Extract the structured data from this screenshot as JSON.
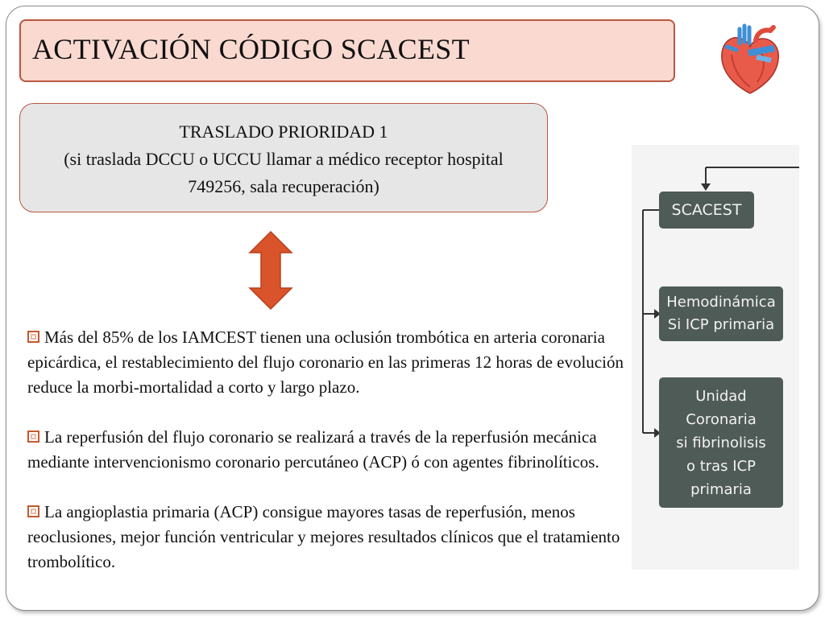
{
  "slide": {
    "title": "ACTIVACIÓN CÓDIGO SCACEST",
    "transfer": {
      "line1": "TRASLADO PRIORIDAD 1",
      "line2": "(si traslada DCCU o UCCU llamar a médico receptor hospital",
      "line3": "749256, sala recuperación)"
    },
    "paragraphs": [
      "Más del 85% de los IAMCEST tienen una oclusión trombótica en arteria coronaria epicárdica, el restablecimiento del flujo coronario en las primeras 12 horas de evolución reduce la morbi-mortalidad a corto y largo plazo.",
      "La reperfusión del flujo coronario se realizará a través de la reperfusión mecánica mediante intervencionismo coronario percutáneo (ACP) ó con agentes fibrinolíticos.",
      "La angioplastia primaria (ACP) consigue mayores tasas de reperfusión, menos reoclusiones, mejor función ventricular y mejores resultados clínicos que el tratamiento trombolítico."
    ],
    "flowchart": {
      "box1": "SCACEST",
      "box2_line1": "Hemodinámica",
      "box2_line2": "Si ICP primaria",
      "box3_line1": "Unidad",
      "box3_line2": "Coronaria",
      "box3_line3": "si fibrinolisis",
      "box3_line4": "o tras ICP",
      "box3_line5": "primaria"
    },
    "colors": {
      "title_bg": "#f9d9d0",
      "accent": "#d9532b",
      "flow_box": "#4f5b57"
    },
    "icons": {
      "heart": "heart-icon",
      "arrow": "double-arrow-icon",
      "bullet": "checkbox-bullet-icon"
    }
  }
}
